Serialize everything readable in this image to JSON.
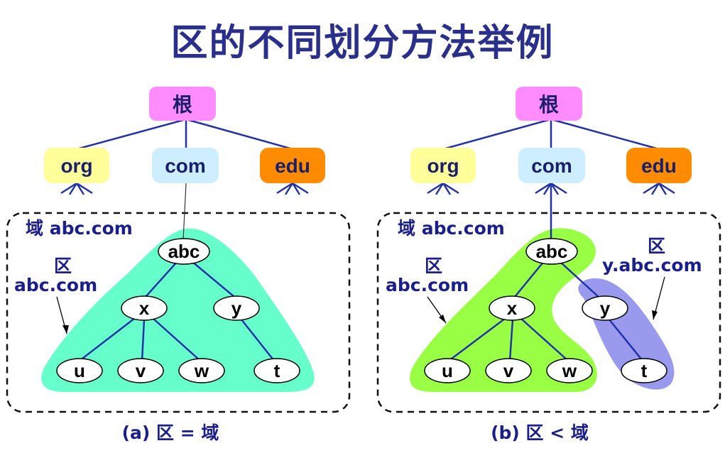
{
  "title": "区的不同划分方法举例",
  "colors": {
    "title": "#2a2f8c",
    "root_fill": "#ff8cff",
    "org_fill": "#ffff99",
    "com_fill": "#cceeff",
    "edu_fill": "#ff8c00",
    "zone_teal": "#66ffcc",
    "zone_green": "#99ff44",
    "zone_purple": "#9999ff",
    "edge": "#2233aa",
    "label": "#1a1f8c"
  },
  "left": {
    "root": "根",
    "tld": [
      "org",
      "com",
      "edu"
    ],
    "domain_label": "域 abc.com",
    "zone_label_line1": "区",
    "zone_label_line2": "abc.com",
    "nodes": {
      "abc": "abc",
      "x": "x",
      "y": "y",
      "u": "u",
      "v": "v",
      "w": "w",
      "t": "t"
    },
    "caption": "(a) 区 = 域"
  },
  "right": {
    "root": "根",
    "tld": [
      "org",
      "com",
      "edu"
    ],
    "domain_label": "域 abc.com",
    "zone1_label_line1": "区",
    "zone1_label_line2": "abc.com",
    "zone2_label_line1": "区",
    "zone2_label_line2": "y.abc.com",
    "nodes": {
      "abc": "abc",
      "x": "x",
      "y": "y",
      "u": "u",
      "v": "v",
      "w": "w",
      "t": "t"
    },
    "caption": "(b) 区 < 域"
  }
}
